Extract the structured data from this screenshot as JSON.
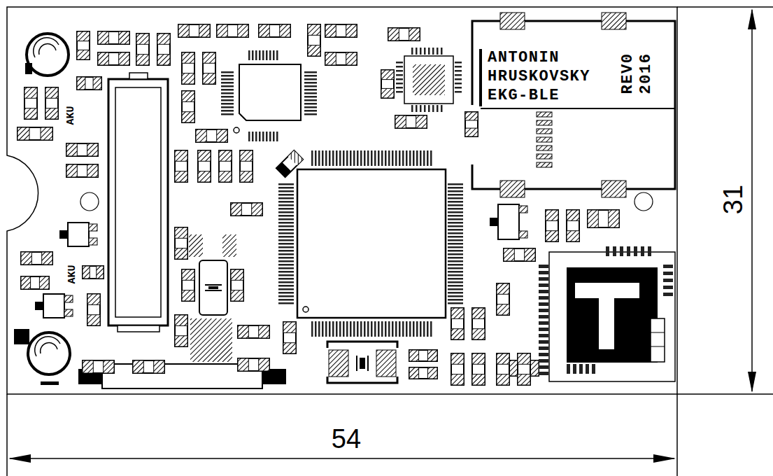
{
  "diagram": {
    "labels": [
      "ANTONIN",
      "REV0",
      "2016",
      "HRUSKOVSKY",
      "EKG-BLE",
      "AKU",
      "31",
      "AKU",
      "54"
    ]
  }
}
